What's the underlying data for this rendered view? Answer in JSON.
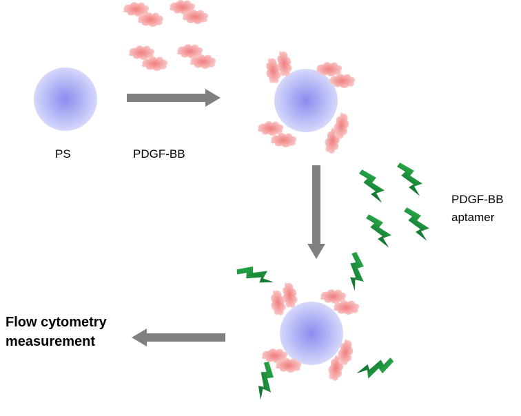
{
  "labels": {
    "ps": "PS",
    "pdgf": "PDGF-BB",
    "aptamer_line1": "PDGF-BB",
    "aptamer_line2": "aptamer",
    "output_line1": "Flow cytometry",
    "output_line2": "measurement"
  },
  "colors": {
    "sphere_center": "#8a8cef",
    "sphere_edge": "#d6d8fb",
    "protein_center": "#f07c7c",
    "protein_edge": "#fbd6d6",
    "aptamer_dark": "#0e6b2c",
    "aptamer_light": "#2db24d",
    "arrow": "#808080"
  },
  "icons": {
    "sphere": "polystyrene-bead",
    "protein": "pdgf-bb-protein-cloud",
    "aptamer": "aptamer-zigzag",
    "arrow": "process-arrow"
  }
}
